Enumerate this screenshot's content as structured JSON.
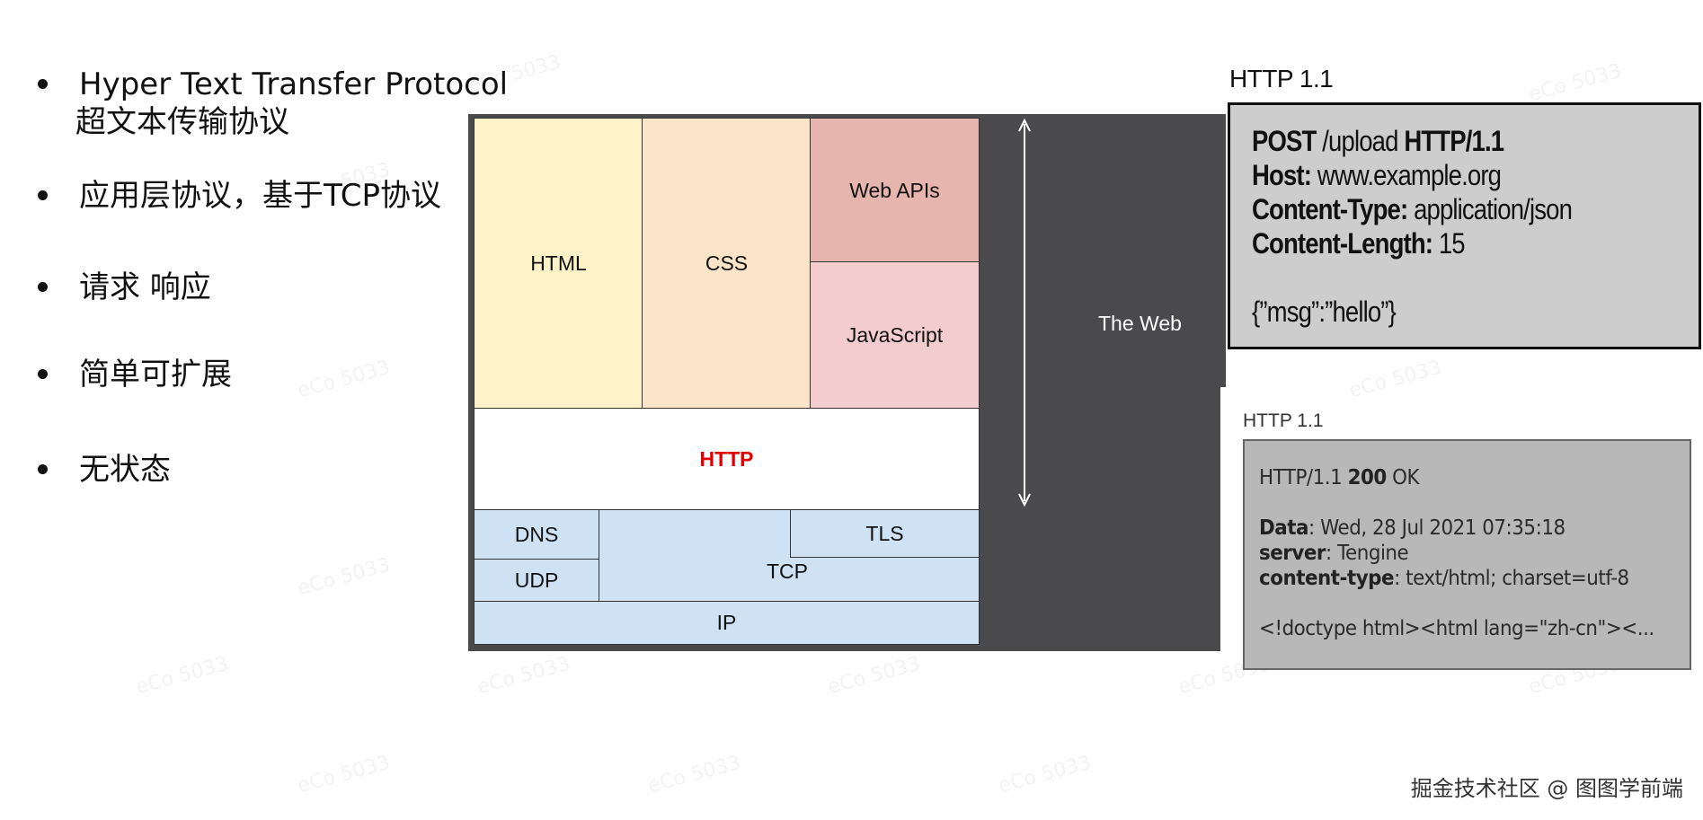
{
  "bullets": [
    {
      "line1": "Hyper Text Transfer Protocol",
      "line2": "超文本传输协议"
    },
    {
      "line1": "应用层协议，基于TCP协议"
    },
    {
      "line1": "请求 响应"
    },
    {
      "line1": "简单可扩展"
    },
    {
      "line1": "无状态"
    }
  ],
  "diagram": {
    "html": "HTML",
    "css": "CSS",
    "web_apis": "Web APIs",
    "javascript": "JavaScript",
    "http": "HTTP",
    "dns": "DNS",
    "udp": "UDP",
    "tls": "TLS",
    "tcp": "TCP",
    "ip": "IP",
    "the_web": "The Web",
    "colors": {
      "html": "#fdf2c8",
      "css": "#fce4c8",
      "web_apis": "#e6b5ad",
      "javascript": "#f3cccd",
      "http": "#ffffff",
      "http_text": "#e00000",
      "network": "#cfe2f3",
      "dark": "#4a4a4d"
    }
  },
  "request": {
    "title": "HTTP 1.1",
    "method": "POST",
    "path": " /upload ",
    "version": "HTTP/1.1",
    "host_key": "Host:",
    "host_val": " www.example.org",
    "ct_key": "Content-Type:",
    "ct_val": " application/json",
    "cl_key": "Content-Length:",
    "cl_val": " 15",
    "body": "{”msg”:”hello”}"
  },
  "response": {
    "title": "HTTP 1.1",
    "status_pre": "HTTP/1.1 ",
    "status_code": "200",
    "status_text": " OK",
    "data_key": "Data",
    "data_val": ": Wed, 28 Jul 2021 07:35:18",
    "server_key": "server",
    "server_val": ": Tengine",
    "ct_key": "content-type",
    "ct_val": ": text/html; charset=utf-8",
    "body": "<!doctype html><html lang=\"zh-cn\"><..."
  },
  "footer": "掘金技术社区 @ 图图学前端"
}
